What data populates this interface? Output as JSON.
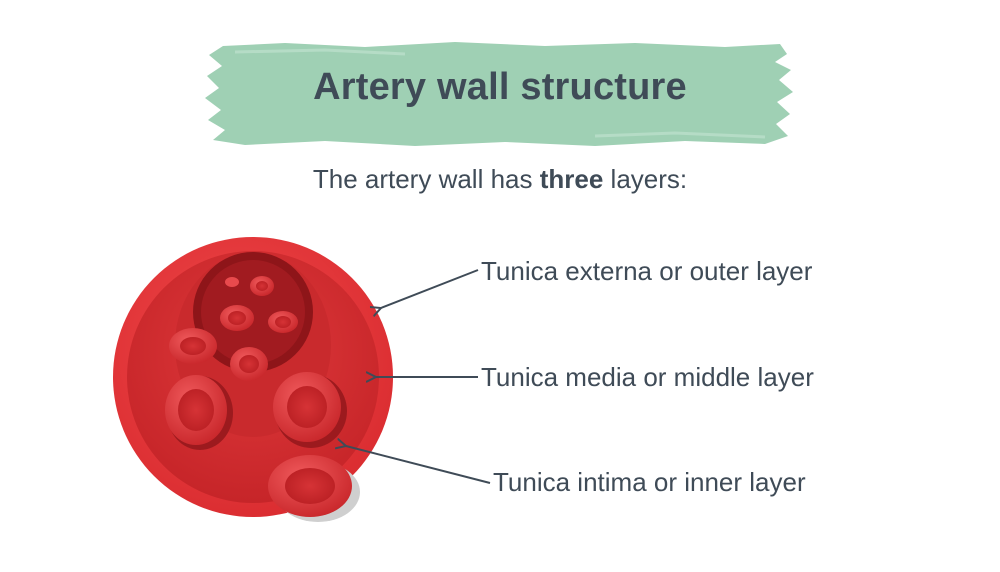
{
  "title": "Artery wall structure",
  "subtitle": {
    "before": "The artery wall has ",
    "bold": "three",
    "after": " layers:"
  },
  "labels": {
    "outer": "Tunica externa or outer layer",
    "middle": "Tunica media or middle layer",
    "inner": "Tunica intima or inner layer"
  },
  "colors": {
    "banner": "#9fd0b4",
    "text": "#3f4b57",
    "outer_layer": "#e8383b",
    "middle_layer": "#d42e30",
    "inner_lumen": "#b52226",
    "cell": "#e83a3c",
    "arrow": "#3f4b57"
  }
}
